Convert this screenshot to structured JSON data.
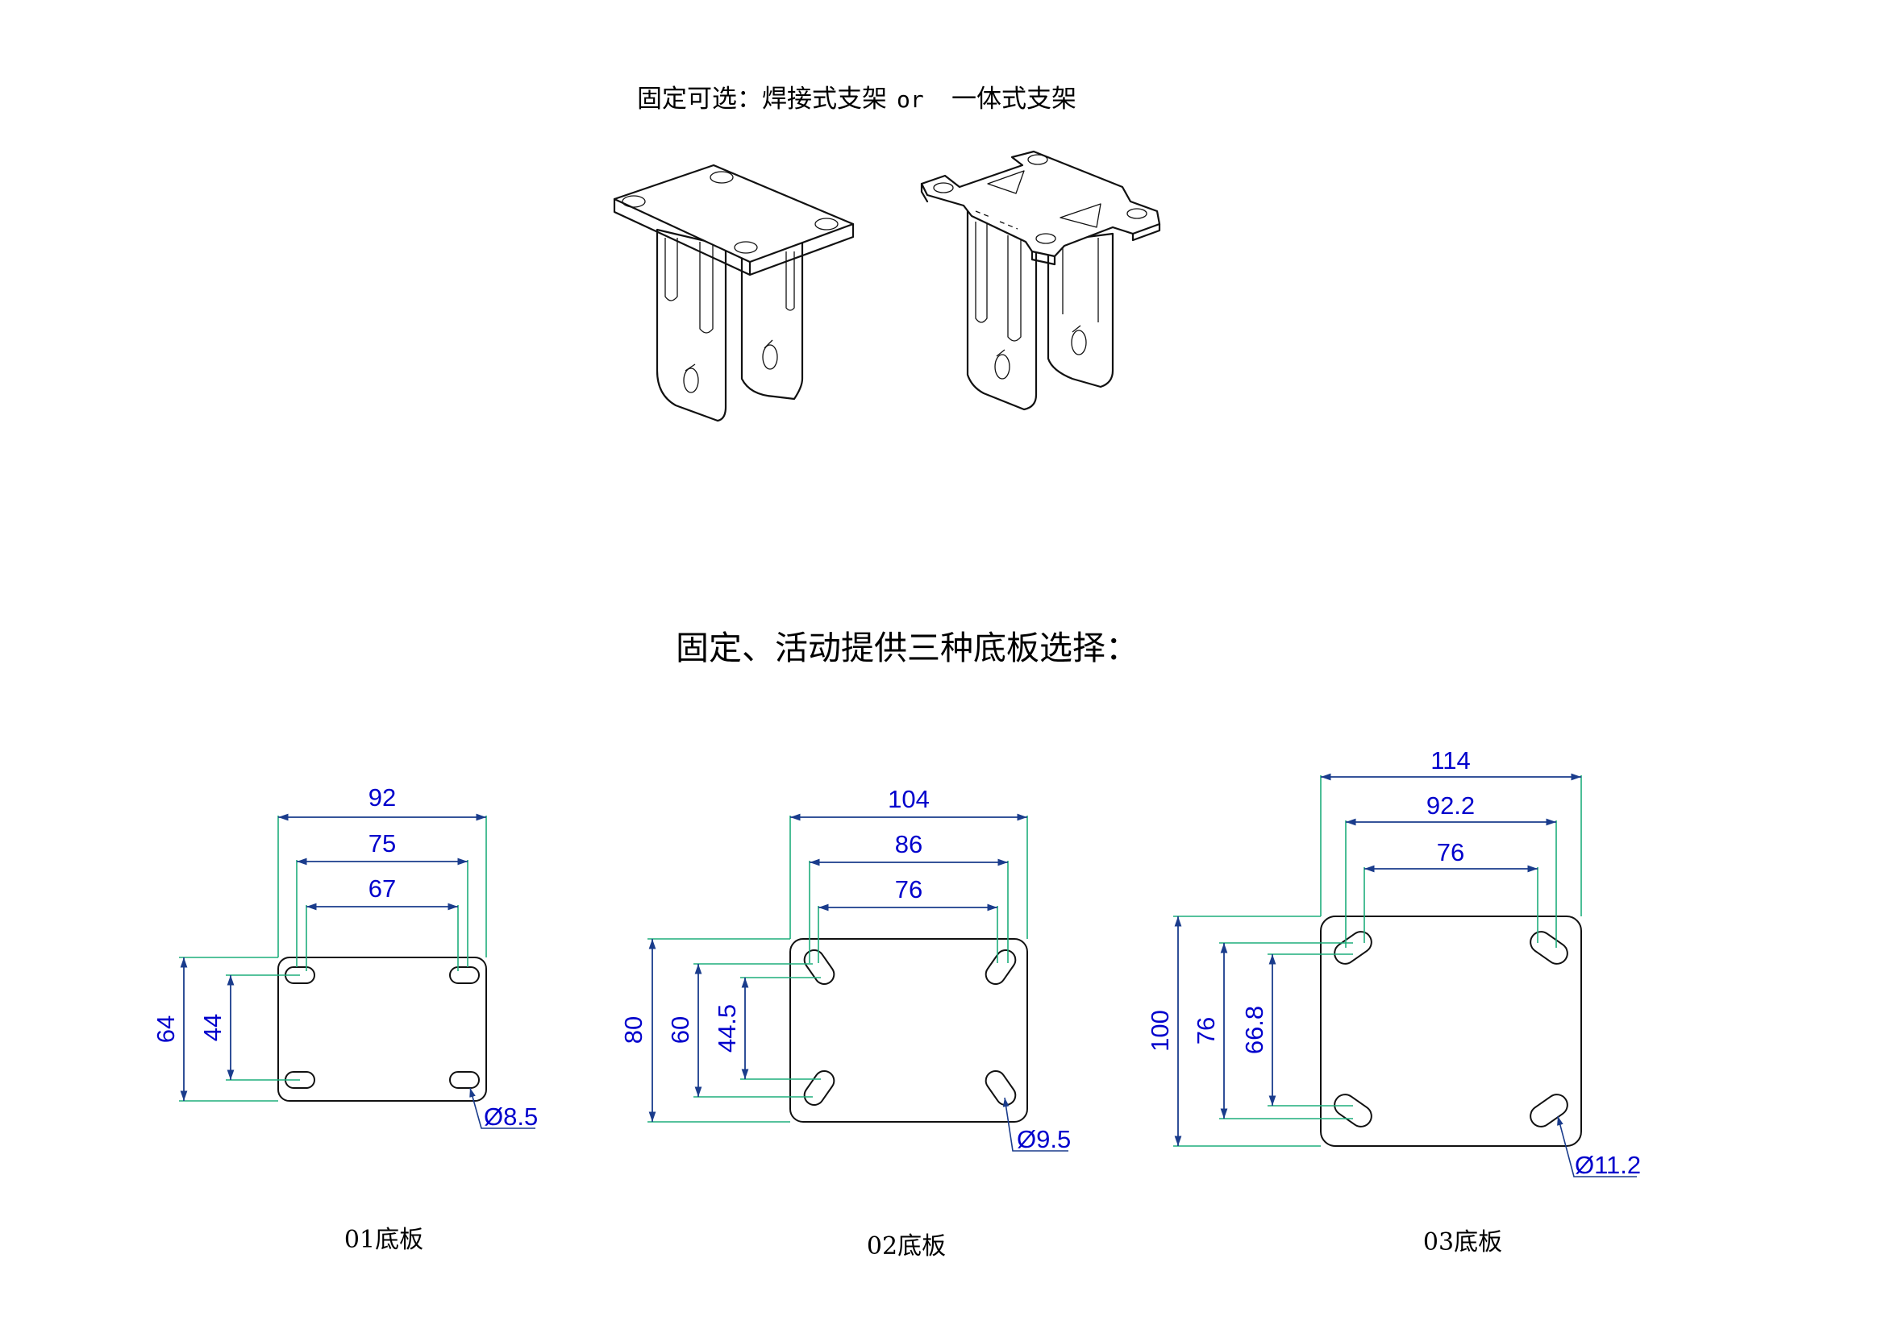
{
  "header": {
    "caption_main": "固定可选：焊接式支架",
    "caption_or": "or",
    "caption_alt": "一体式支架"
  },
  "section_title": "固定、活动提供三种底板选择：",
  "plates": [
    {
      "caption": "01底板",
      "dims": {
        "width": "92",
        "hole_outer": "75",
        "hole_inner": "67",
        "height": "64",
        "hole_vertical": "44",
        "hole_diameter": "Ø8.5"
      }
    },
    {
      "caption": "02底板",
      "dims": {
        "width": "104",
        "hole_outer": "86",
        "hole_inner": "76",
        "height": "80",
        "hole_vertical_outer": "60",
        "hole_vertical_inner": "44.5",
        "hole_diameter": "Ø9.5"
      }
    },
    {
      "caption": "03底板",
      "dims": {
        "width": "114",
        "hole_outer": "92.2",
        "hole_inner": "76",
        "height": "100",
        "hole_vertical_outer": "76",
        "hole_vertical_inner": "66.8",
        "hole_diameter": "Ø11.2"
      }
    }
  ],
  "colors": {
    "dimension_text": "#0000cc",
    "extension_line": "#1fae7c",
    "dimension_line": "#1a3c8c",
    "outline": "#111111"
  }
}
